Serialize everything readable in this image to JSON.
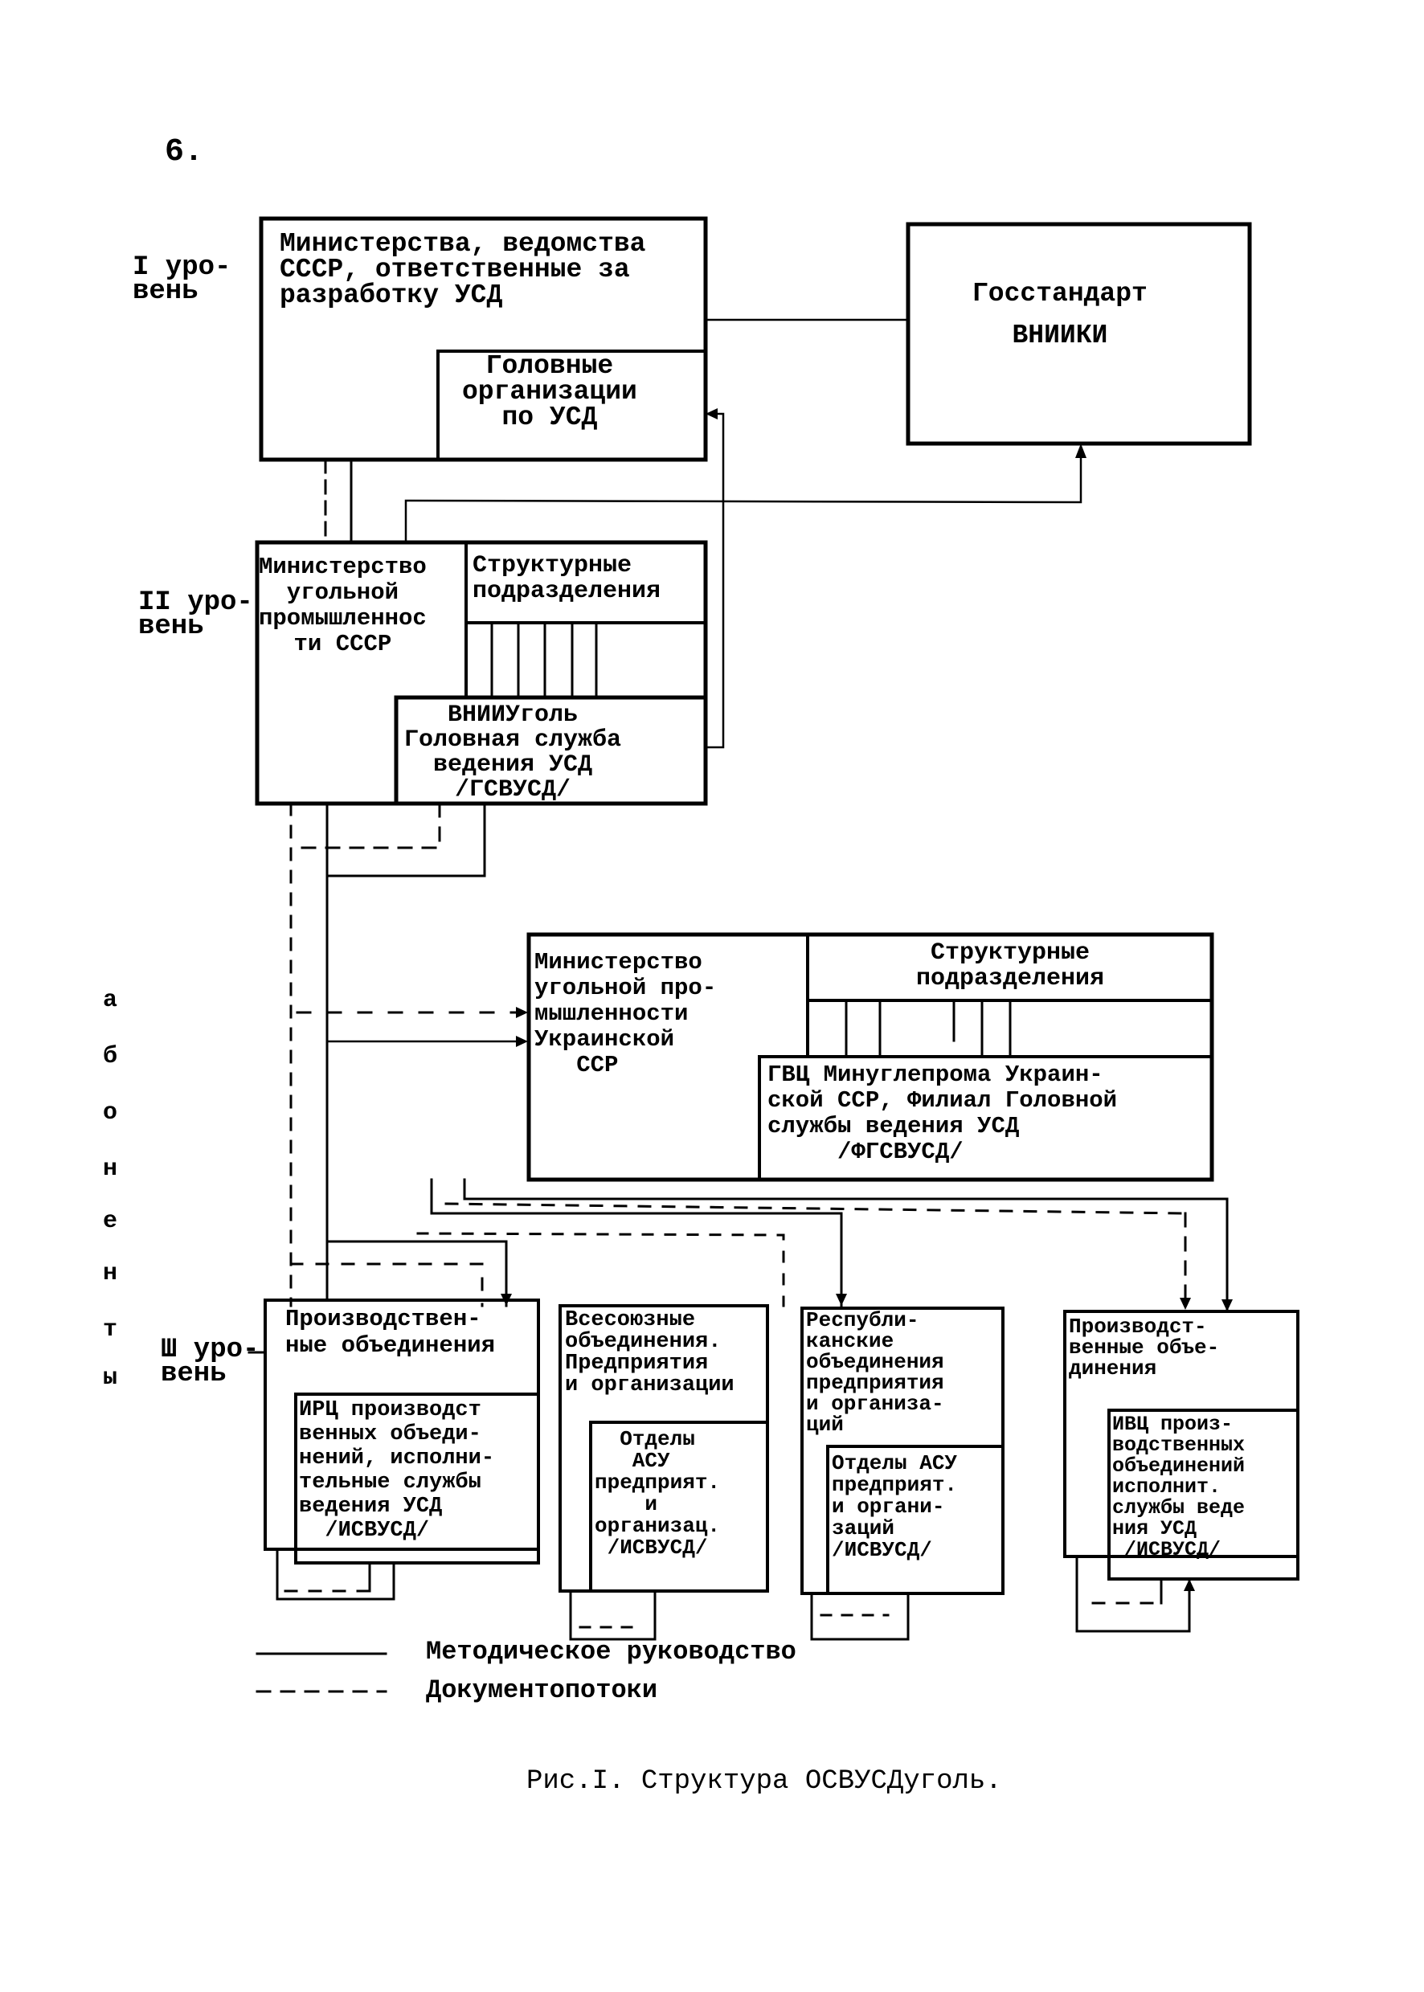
{
  "page": {
    "page_number": "6.",
    "caption": "Рис.I. Структура ОСВУСДуголь."
  },
  "levels": {
    "level_1": "I уро-\nвень",
    "level_2": "II уро-\nвень",
    "level_3": "Ш уро-\nвень"
  },
  "subscribers_vertical": [
    "а",
    "б",
    "о",
    "н",
    "е",
    "н",
    "т",
    "ы"
  ],
  "boxes": {
    "ministries_ussr": "Министерства, ведомства\nСССР, ответственные за\nразработку УСД",
    "head_orgs": "Головные\nорганизации\nпо УСД",
    "gosstandart": "Госстандарт\nВНИИКИ",
    "coal_ministry_ussr": "Министерство\nугольной\nпромышленнос\nти СССР",
    "struct_units_ussr": "Структурные\nподразделения",
    "vniiugol": "ВНИИУголь\nГоловная служба\nведения УСД\n/ГСВУСД/",
    "coal_ministry_ukr": "Министерство\nугольной про-\nмышленности\nУкраинской\n   ССР",
    "struct_units_ukr": "Структурные\nподразделения",
    "gvc_ukr": "ГВЦ Минуглепрома Украин-\nской ССР, Филиал Головной\nслужбы ведения УСД\n     /ФГСВУСД/",
    "prod_assoc_1": "Производствен-\nные объединения",
    "irc_prod": "ИРЦ производст\nвенных объеди-\nнений, исполни-\nтельные службы\nведения УСД\n  /ИСВУСД/",
    "allunion": "Всесоюзные\nобъединения.\nПредприятия\nи организации",
    "asu_depts_1": "  Отделы\n   АСУ\nпредприят.\n    и\nорганизац.\n /ИСВУСД/",
    "republican": "Республи-\nканские\nобъединения\nпредприятия\nи организа-\nций",
    "asu_depts_2": "Отделы АСУ\nпредприят.\nи органи-\nзаций\n/ИСВУСД/",
    "prod_assoc_2": "Производст-\nвенные объе-\nдинения",
    "ivc_prod": "ИВЦ произ-\nводственных\nобъединений\nисполнит.\nслужбы веде\nния УСД\n /ИСВУСД/"
  },
  "legend": [
    {
      "style": "solid",
      "label": "Методическое руководство"
    },
    {
      "style": "dashed",
      "label": "Документопотоки"
    }
  ]
}
